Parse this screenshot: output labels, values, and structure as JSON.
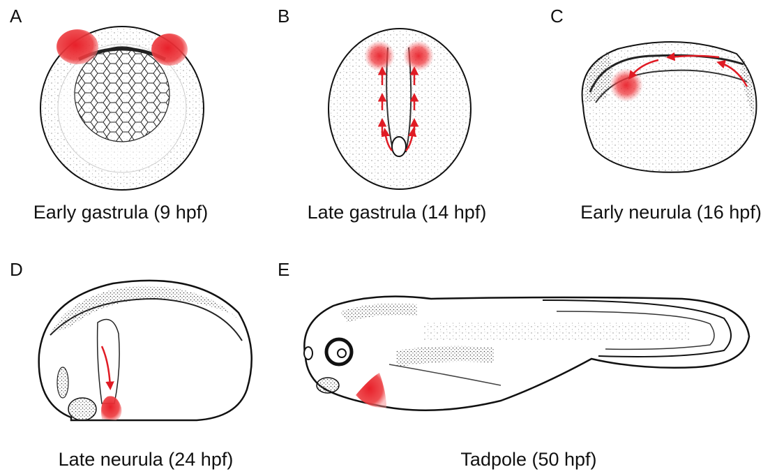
{
  "panels": [
    {
      "letter": "A",
      "caption": "Early gastrula (9 hpf)"
    },
    {
      "letter": "B",
      "caption": "Late gastrula (14 hpf)"
    },
    {
      "letter": "C",
      "caption": "Early neurula (16 hpf)"
    },
    {
      "letter": "D",
      "caption": "Late neurula (24 hpf)"
    },
    {
      "letter": "E",
      "caption": "Tadpole (50 hpf)"
    }
  ],
  "colors": {
    "outline": "#111111",
    "stipple": "#9a9a9a",
    "highlight": "#e8202a",
    "arrow": "#e01b24"
  }
}
